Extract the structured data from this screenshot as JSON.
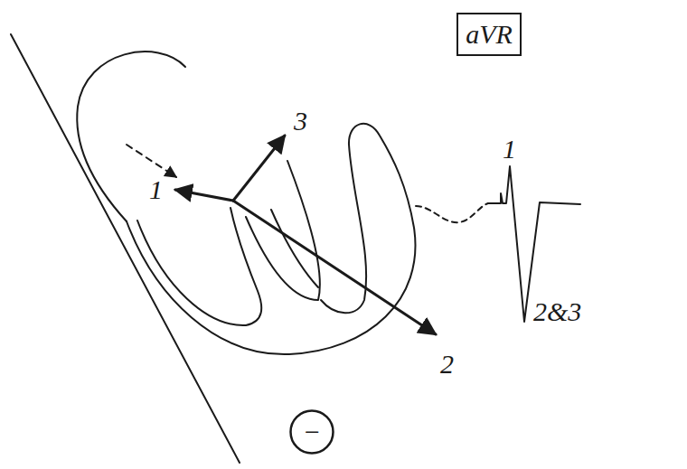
{
  "diagram": {
    "nodes": [
      {
        "text": [
          "aVR"
        ]
      },
      {
        "text": [
          "−"
        ]
      }
    ],
    "labels": [
      "1",
      "3",
      "2",
      "1",
      "2&3"
    ]
  }
}
